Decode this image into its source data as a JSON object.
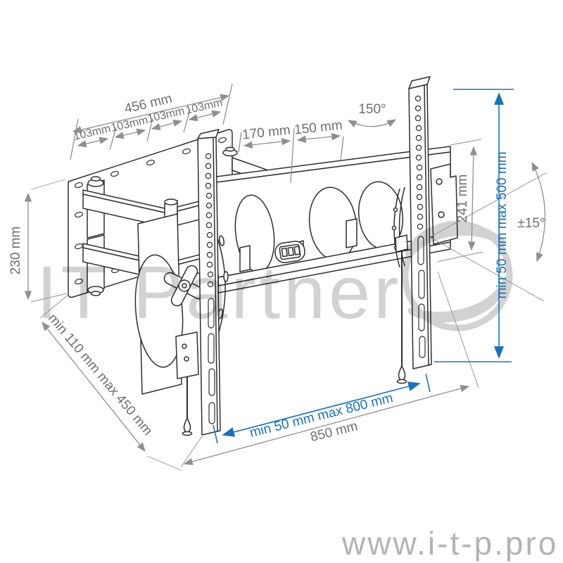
{
  "diagram": {
    "title": "tv-wall-mount-dimension-drawing",
    "dimensions": {
      "top_width": "456 mm",
      "hole_spacings": [
        "103mm",
        "103mm",
        "103mm",
        "103mm"
      ],
      "arm_reach_1": "170 mm",
      "arm_reach_2": "150 mm",
      "swivel_angle": "150°",
      "bracket_height": "241 mm",
      "vesa_vertical_range": "min 50 mm max 500 mm",
      "tilt_angle": "±15°",
      "plate_height": "230 mm",
      "wall_distance_range": "min 110 mm max 450 mm",
      "vesa_horizontal_range": "min 50 mm max 800 mm",
      "total_width": "850 mm"
    },
    "colors": {
      "dimension_blue": "#1b72b8",
      "dimension_gray": "#8f8f8f",
      "dimension_text_gray": "#6e6e6e",
      "drawing_line": "#2e2e2e",
      "watermark_gray": "#d2d2d2"
    }
  },
  "watermark": {
    "brand": "IT Partner",
    "website": "www.i-t-p.pro"
  }
}
